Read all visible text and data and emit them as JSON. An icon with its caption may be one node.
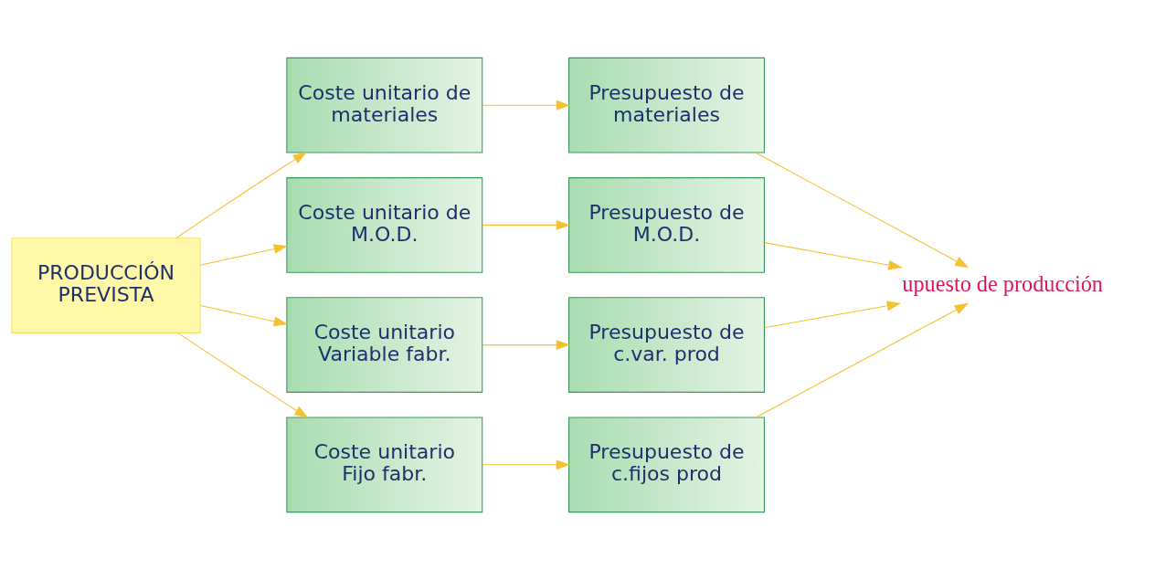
{
  "diagram": {
    "nodes": [
      {
        "text": [
          "PRODUCCIÓN PREVISTA"
        ]
      },
      {
        "text": [
          "Coste unitario de materiales"
        ]
      },
      {
        "text": [
          "Coste unitario de M.O.D."
        ]
      },
      {
        "text": [
          "Coste unitario Variable fabr."
        ]
      },
      {
        "text": [
          "Coste unitario Fijo fabr."
        ]
      },
      {
        "text": [
          "Presupuesto de materiales"
        ]
      },
      {
        "text": [
          "Presupuesto de M.O.D."
        ]
      },
      {
        "text": [
          "Presupuesto de c.var. prod"
        ]
      },
      {
        "text": [
          "Presupuesto de c.fijos prod"
        ]
      },
      {
        "text": [
          "upuesto de producción"
        ]
      }
    ],
    "edges": [
      {
        "from": 0,
        "to": 1,
        "arrow": "to"
      },
      {
        "from": 0,
        "to": 2,
        "arrow": "to"
      },
      {
        "from": 0,
        "to": 3,
        "arrow": "to"
      },
      {
        "from": 0,
        "to": 4,
        "arrow": "to"
      },
      {
        "from": 1,
        "to": 5,
        "arrow": "to"
      },
      {
        "from": 2,
        "to": 6,
        "arrow": "to"
      },
      {
        "from": 3,
        "to": 7,
        "arrow": "to"
      },
      {
        "from": 4,
        "to": 8,
        "arrow": "to"
      },
      {
        "from": 5,
        "to": 9,
        "arrow": "to"
      },
      {
        "from": 6,
        "to": 9,
        "arrow": "to"
      },
      {
        "from": 7,
        "to": 9,
        "arrow": "to"
      },
      {
        "from": 8,
        "to": 9,
        "arrow": "to"
      }
    ]
  }
}
